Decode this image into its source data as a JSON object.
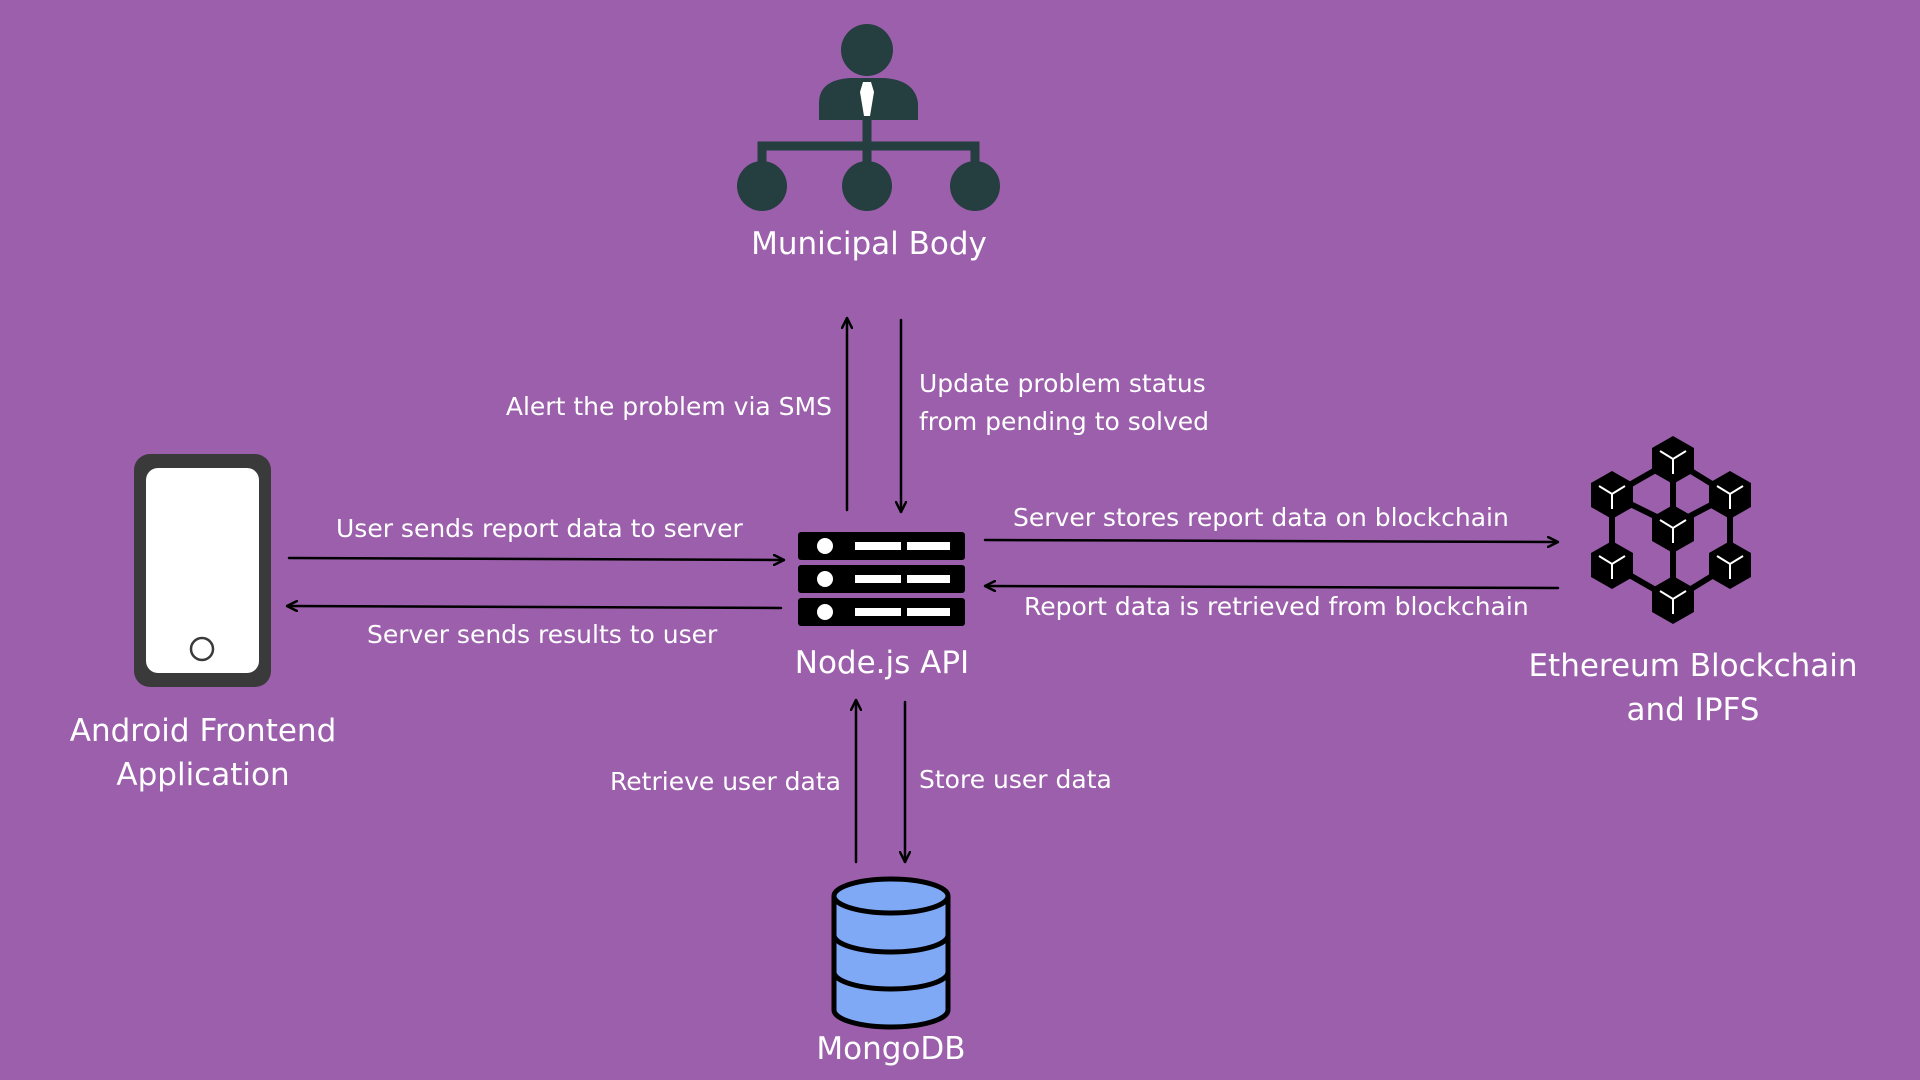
{
  "nodes": {
    "municipal_body": {
      "label": "Municipal Body",
      "icon": "organization-hierarchy-icon"
    },
    "android_app": {
      "label_line1": "Android Frontend",
      "label_line2": "Application",
      "icon": "smartphone-icon"
    },
    "node_api": {
      "label": "Node.js API",
      "icon": "server-rack-icon"
    },
    "blockchain": {
      "label_line1": "Ethereum Blockchain",
      "label_line2": "and IPFS",
      "icon": "blockchain-cubes-icon"
    },
    "mongodb": {
      "label": "MongoDB",
      "icon": "database-icon"
    }
  },
  "edges": {
    "api_to_municipal": {
      "label": "Alert the problem via SMS"
    },
    "municipal_to_api": {
      "label_line1": "Update problem status",
      "label_line2": "from pending to solved"
    },
    "app_to_api": {
      "label": "User sends report data to server"
    },
    "api_to_app": {
      "label": "Server sends results to user"
    },
    "api_to_blockchain": {
      "label": "Server stores report data on blockchain"
    },
    "blockchain_to_api": {
      "label": "Report data is retrieved from blockchain"
    },
    "mongodb_to_api": {
      "label": "Retrieve user data"
    },
    "api_to_mongodb": {
      "label": "Store user data"
    }
  },
  "colors": {
    "background": "#9b5fab",
    "icon_dark": "#253e40",
    "database_fill": "#7fa9f5",
    "text": "#ffffff",
    "arrow": "#000000"
  }
}
